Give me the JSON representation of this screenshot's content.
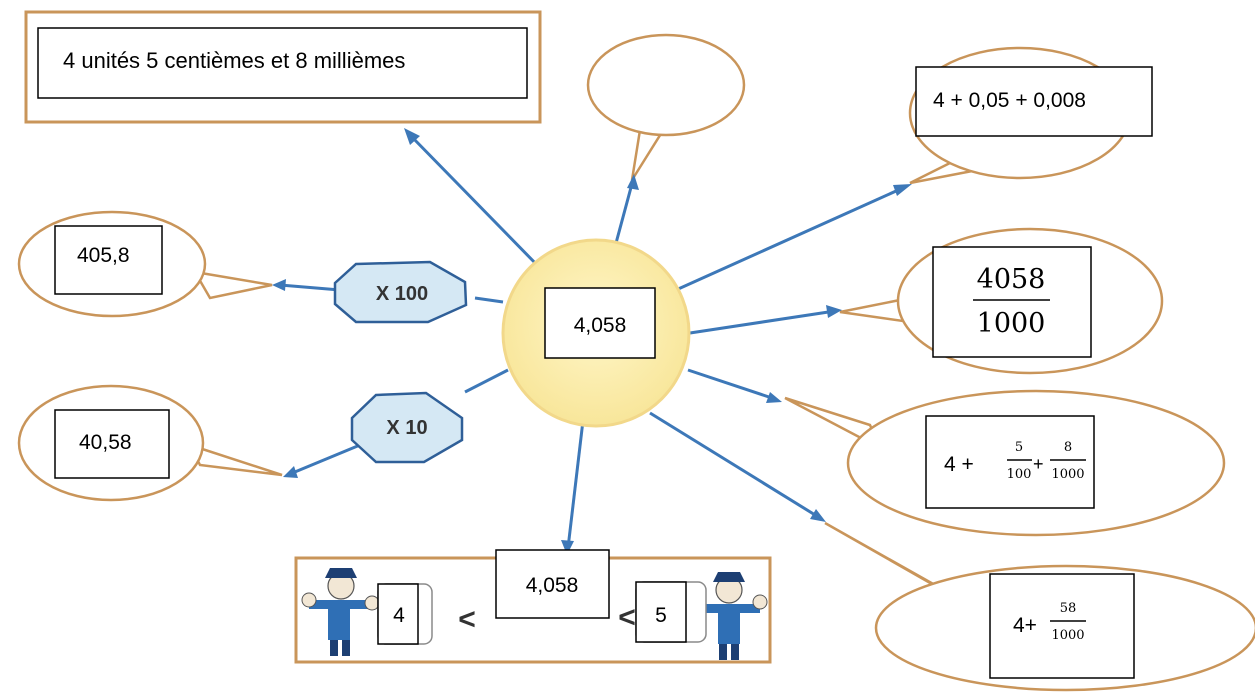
{
  "center": {
    "value": "4,058"
  },
  "operators": {
    "times100": "X 100",
    "times10": "X 10"
  },
  "answers": {
    "words": "4 unités 5 centièmes et 8 millièmes",
    "empty_bubble": "",
    "sum_decimal": "4 + 0,05 + 0,008",
    "fraction": {
      "numerator": "4058",
      "denominator": "1000"
    },
    "sum_fractions": {
      "prefix": "4 +",
      "frac1": {
        "numerator": "5",
        "denominator": "100"
      },
      "plus": "+",
      "frac2": {
        "numerator": "8",
        "denominator": "1000"
      }
    },
    "mixed": {
      "prefix": "4+",
      "frac": {
        "numerator": "58",
        "denominator": "1000"
      }
    },
    "times100_result": "405,8",
    "times10_result": "40,58"
  },
  "framing": {
    "lower": "4",
    "less_than_1": "<",
    "value": "4,058",
    "less_than_2": "<",
    "upper": "5"
  },
  "colors": {
    "bubble_border": "#c9955a",
    "arrow": "#3d78b8",
    "center_fill": "#fbeeab",
    "hexagon_fill": "#d5e8f4"
  }
}
